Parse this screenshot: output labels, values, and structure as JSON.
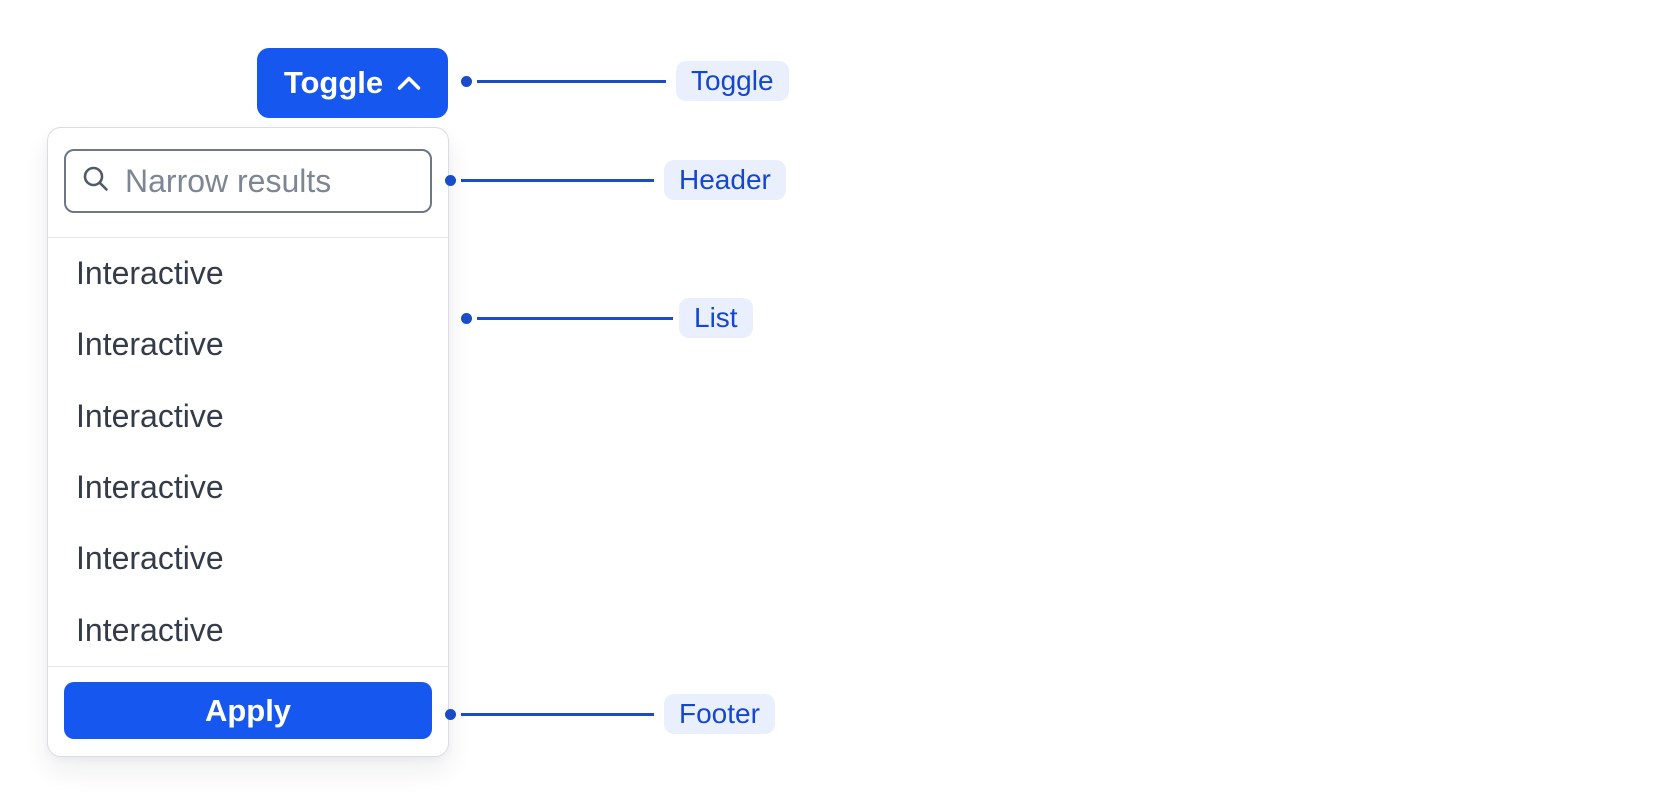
{
  "toggle": {
    "label": "Toggle"
  },
  "dropdown": {
    "search": {
      "placeholder": "Narrow results"
    },
    "items": [
      "Interactive",
      "Interactive",
      "Interactive",
      "Interactive",
      "Interactive",
      "Interactive"
    ],
    "footer": {
      "apply_label": "Apply"
    }
  },
  "annotations": {
    "toggle": "Toggle",
    "header": "Header",
    "list": "List",
    "footer": "Footer"
  },
  "colors": {
    "primary_blue": "#1657f0",
    "annotation_blue": "#1a4bc9",
    "annotation_text_blue": "#1546cf",
    "annotation_pill_bg": "#e9effc",
    "list_text": "#343c49",
    "input_border": "#6e7687",
    "panel_border": "#d9dde3",
    "divider": "#e6e8ec"
  }
}
